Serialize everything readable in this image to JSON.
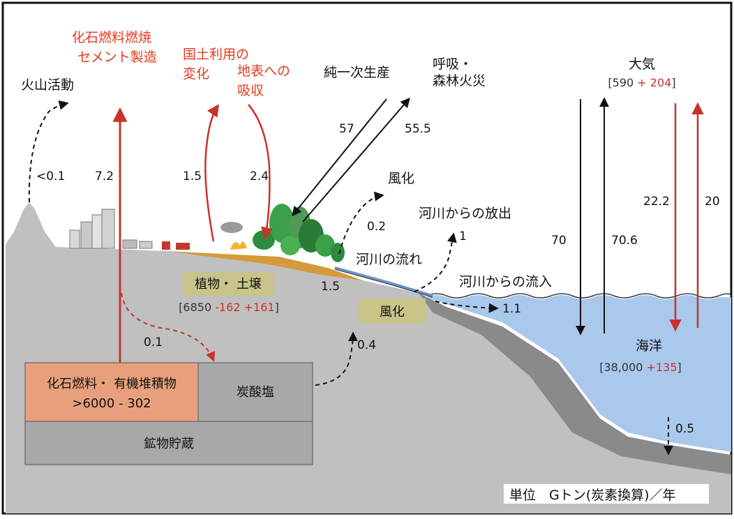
{
  "labels": {
    "volcano": "火山活動",
    "fossil_line1": "化石燃料燃焼",
    "fossil_line2": "セメント製造",
    "landuse_line1": "国土利用の",
    "landuse_line2": "変化",
    "surface_line1": "地表への",
    "surface_line2": "吸収",
    "npp": "純一次生産",
    "resp_line1": "呼吸・",
    "resp_line2": "森林火災",
    "atm": "大気",
    "weathering_top": "風化",
    "river_discharge": "河川からの放出",
    "river_flow": "河川の流れ",
    "river_inflow": "河川からの流入",
    "ocean": "海洋",
    "unit": "単位　Gトン(炭素換算)／年"
  },
  "stocks": {
    "atm": {
      "open": "[590 ",
      "plus": "+ 204",
      "close": "]"
    },
    "veg": {
      "open": "[6850 ",
      "minus": "-162",
      "plus": " +161",
      "close": "]"
    },
    "ocean": {
      "open": "[38,000 ",
      "plus": "+135",
      "close": "]"
    }
  },
  "boxes": {
    "vegsoil": "植物・ 土壌",
    "weathering": "風化",
    "fossil_line1": "化石燃料・ 有機堆積物",
    "fossil_line2": ">6000 - 302",
    "carbonate": "炭酸塩",
    "mineral": "鉱物貯蔵"
  },
  "flows": {
    "volcano": "<0.1",
    "fossil": "7.2",
    "landuse": "1.5",
    "surface": "2.4",
    "npp": "57",
    "resp": "55.5",
    "weather_top": "0.2",
    "river_discharge": "1",
    "river_flow": "1.5",
    "fossil_sed": "0.1",
    "weather_bottom": "0.4",
    "river_inflow": "1.1",
    "ocean_down": "70",
    "ocean_up": "70.6",
    "anthro_down": "22.2",
    "anthro_up": "20",
    "sediment": "0.5"
  },
  "colors": {
    "anthropogenic": "#c8322a",
    "ground": "#c0c0c0",
    "ocean": "#a9c8ec",
    "fossil_box": "#e8a07c",
    "stock_box": "#c8c48a",
    "rock_box": "#a8a8a8"
  }
}
